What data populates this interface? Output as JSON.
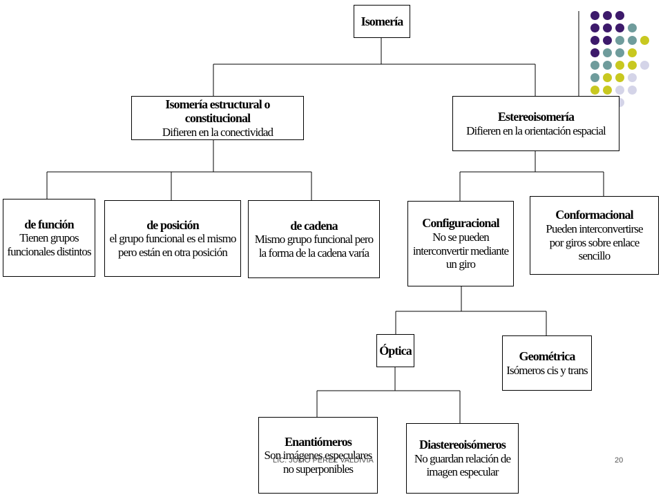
{
  "nodes": {
    "isomeria": {
      "title": "Isomería"
    },
    "estructural": {
      "title": "Isomería estructural o constitucional",
      "desc": "Difieren en la conectividad"
    },
    "estereo": {
      "title": "Estereoisomería",
      "desc": "Difieren en la orientación espacial"
    },
    "funcion": {
      "title": "de función",
      "desc1": "Tienen grupos",
      "desc2": "funcionales distintos"
    },
    "posicion": {
      "title": "de posición",
      "desc1": "el grupo funcional es el mismo",
      "desc2": "pero están en otra posición"
    },
    "cadena": {
      "title": "de cadena",
      "desc1": "Mismo grupo funcional pero",
      "desc2": "la forma de la cadena varía"
    },
    "configuracional": {
      "title": "Configuracional",
      "desc1": "No se pueden",
      "desc2": "interconvertir mediante",
      "desc3": "un giro"
    },
    "conformacional": {
      "title": "Conformacional",
      "desc1": "Pueden interconvertirse",
      "desc2": "por giros sobre enlace sencillo"
    },
    "optica": {
      "title": "Óptica"
    },
    "geometrica": {
      "title": "Geométrica",
      "desc": "Isómeros cis y trans"
    },
    "enantiomeros": {
      "title": "Enantiómeros",
      "desc1": "Son imágenes especulares",
      "desc2": "no superponibles"
    },
    "diastereo": {
      "title": "Diastereoisómeros",
      "desc1": "No guardan relación de",
      "desc2": "imagen especular"
    }
  },
  "footer": {
    "author": "LIC. JULIO PEREZ VALDIVIA",
    "page": "20"
  },
  "decor": {
    "colors": {
      "purple": "#3d1a6b",
      "teal": "#6f9c9c",
      "olive": "#c8c820",
      "lavender": "#d4d4e8"
    },
    "dot_rows": [
      [
        "purple",
        "purple",
        "purple"
      ],
      [
        "purple",
        "purple",
        "purple",
        "teal"
      ],
      [
        "purple",
        "purple",
        "teal",
        "teal",
        "olive"
      ],
      [
        "purple",
        "teal",
        "teal",
        "olive"
      ],
      [
        "teal",
        "teal",
        "olive",
        "olive",
        "lavender"
      ],
      [
        "teal",
        "olive",
        "olive",
        "lavender"
      ],
      [
        "olive",
        "olive",
        "lavender",
        "lavender"
      ],
      [
        "lavender",
        "lavender"
      ]
    ]
  }
}
